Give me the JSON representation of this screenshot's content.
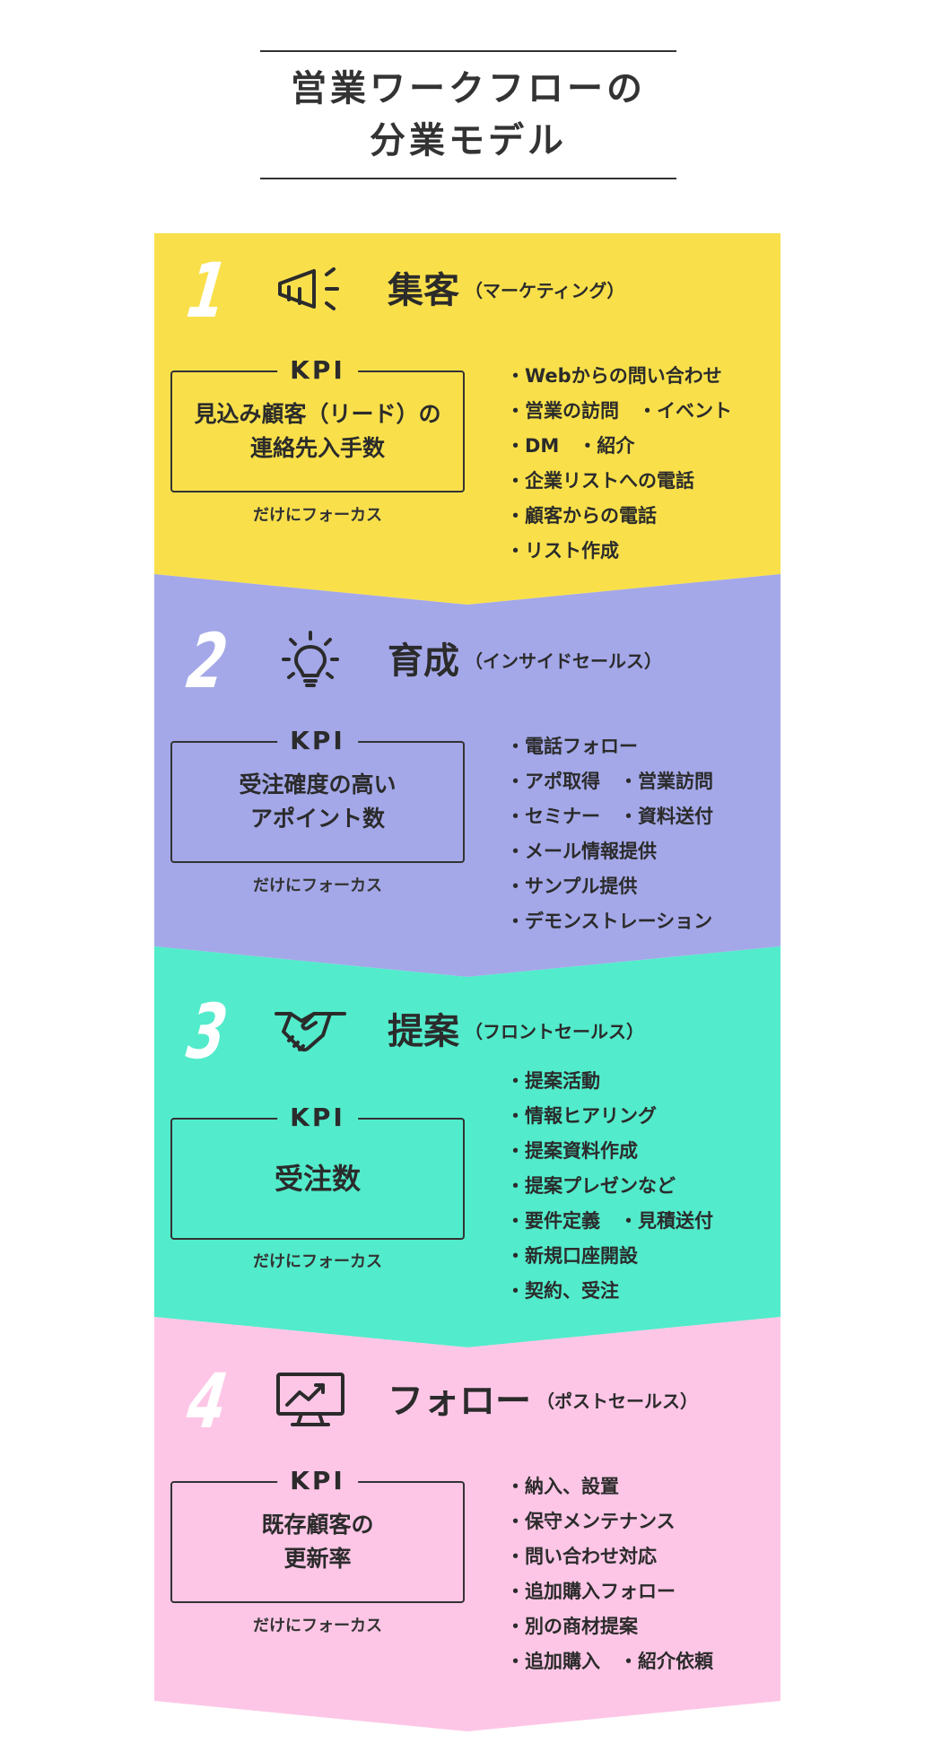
{
  "title": {
    "line1": "営業ワークフローの",
    "line2": "分業モデル"
  },
  "colors": {
    "yellow": "#F9E04B",
    "purple": "#A4A8E8",
    "green": "#52EBCB",
    "pink": "#FDC6E6",
    "text": "#2b2b2b"
  },
  "steps": [
    {
      "number": "1",
      "icon": "megaphone-icon",
      "title": "集客",
      "subtitle": "（マーケティング）",
      "kpi_label": "KPI",
      "kpi_line1": "見込み顧客（リード）の",
      "kpi_line2": "連絡先入手数",
      "focus": "だけにフォーカス",
      "bullets": [
        "・Webからの問い合わせ",
        "・営業の訪問　・イベント",
        "・DM　・紹介",
        "・企業リストへの電話",
        "・顧客からの電話",
        "・リスト作成"
      ]
    },
    {
      "number": "2",
      "icon": "lightbulb-icon",
      "title": "育成",
      "subtitle": "（インサイドセールス）",
      "kpi_label": "KPI",
      "kpi_line1": "受注確度の高い",
      "kpi_line2": "アポイント数",
      "focus": "だけにフォーカス",
      "bullets": [
        "・電話フォロー",
        "・アポ取得　・営業訪問",
        "・セミナー　・資料送付",
        "・メール情報提供",
        "・サンプル提供",
        "・デモンストレーション"
      ]
    },
    {
      "number": "3",
      "icon": "handshake-icon",
      "title": "提案",
      "subtitle": "（フロントセールス）",
      "kpi_label": "KPI",
      "kpi_line1": "受注数",
      "kpi_line2": "",
      "focus": "だけにフォーカス",
      "bullets": [
        "・提案活動",
        "・情報ヒアリング",
        "・提案資料作成",
        "・提案プレゼンなど",
        "・要件定義　・見積送付",
        "・新規口座開設",
        "・契約、受注"
      ]
    },
    {
      "number": "4",
      "icon": "monitor-chart-icon",
      "title": "フォロー",
      "subtitle": "（ポストセールス）",
      "kpi_label": "KPI",
      "kpi_line1": "既存顧客の",
      "kpi_line2": "更新率",
      "focus": "だけにフォーカス",
      "bullets": [
        "・納入、設置",
        "・保守メンテナンス",
        "・問い合わせ対応",
        "・追加購入フォロー",
        "・別の商材提案",
        "・追加購入　・紹介依頼"
      ]
    }
  ]
}
